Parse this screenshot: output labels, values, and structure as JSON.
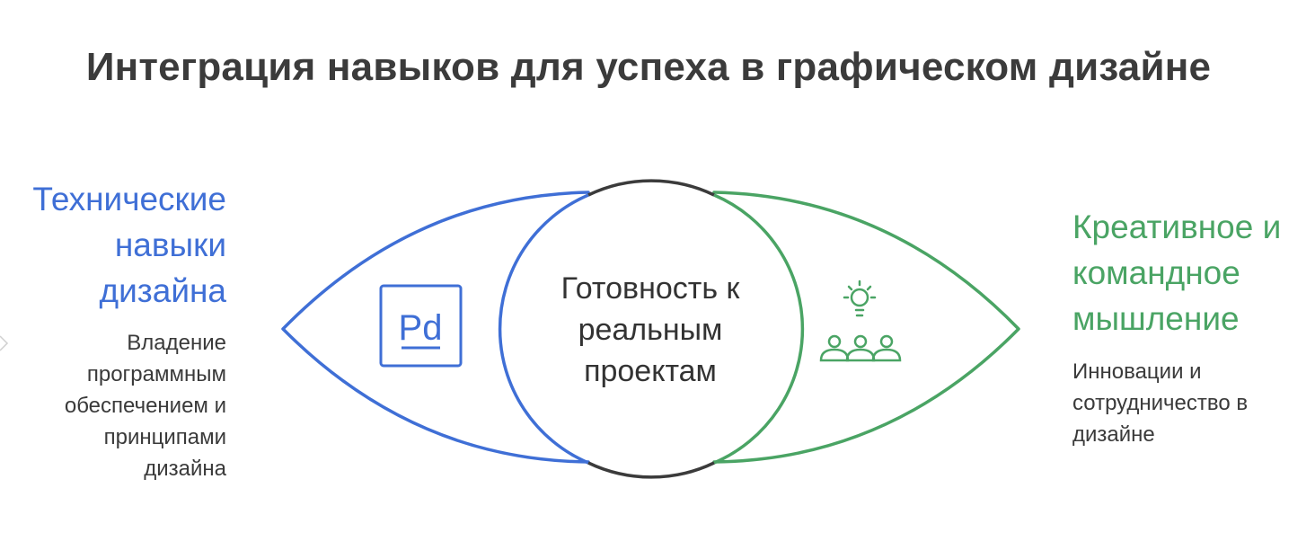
{
  "title": "Интеграция навыков для успеха в графическом дизайне",
  "left": {
    "heading": [
      "Технические",
      "навыки",
      "дизайна"
    ],
    "description": [
      "Владение",
      "программным",
      "обеспечением и",
      "принципами",
      "дизайна"
    ],
    "icon": "design-software-icon",
    "icon_text": "Pd",
    "color": "#3f6fd6"
  },
  "center": {
    "label": [
      "Готовность к",
      "реальным",
      "проектам"
    ],
    "color": "#3b3b3b"
  },
  "right": {
    "heading": [
      "Креативное и",
      "командное",
      "мышление"
    ],
    "description": [
      "Инновации и",
      "сотрудничество в",
      "дизайне"
    ],
    "icon": "idea-team-icon",
    "color": "#4aa464"
  }
}
